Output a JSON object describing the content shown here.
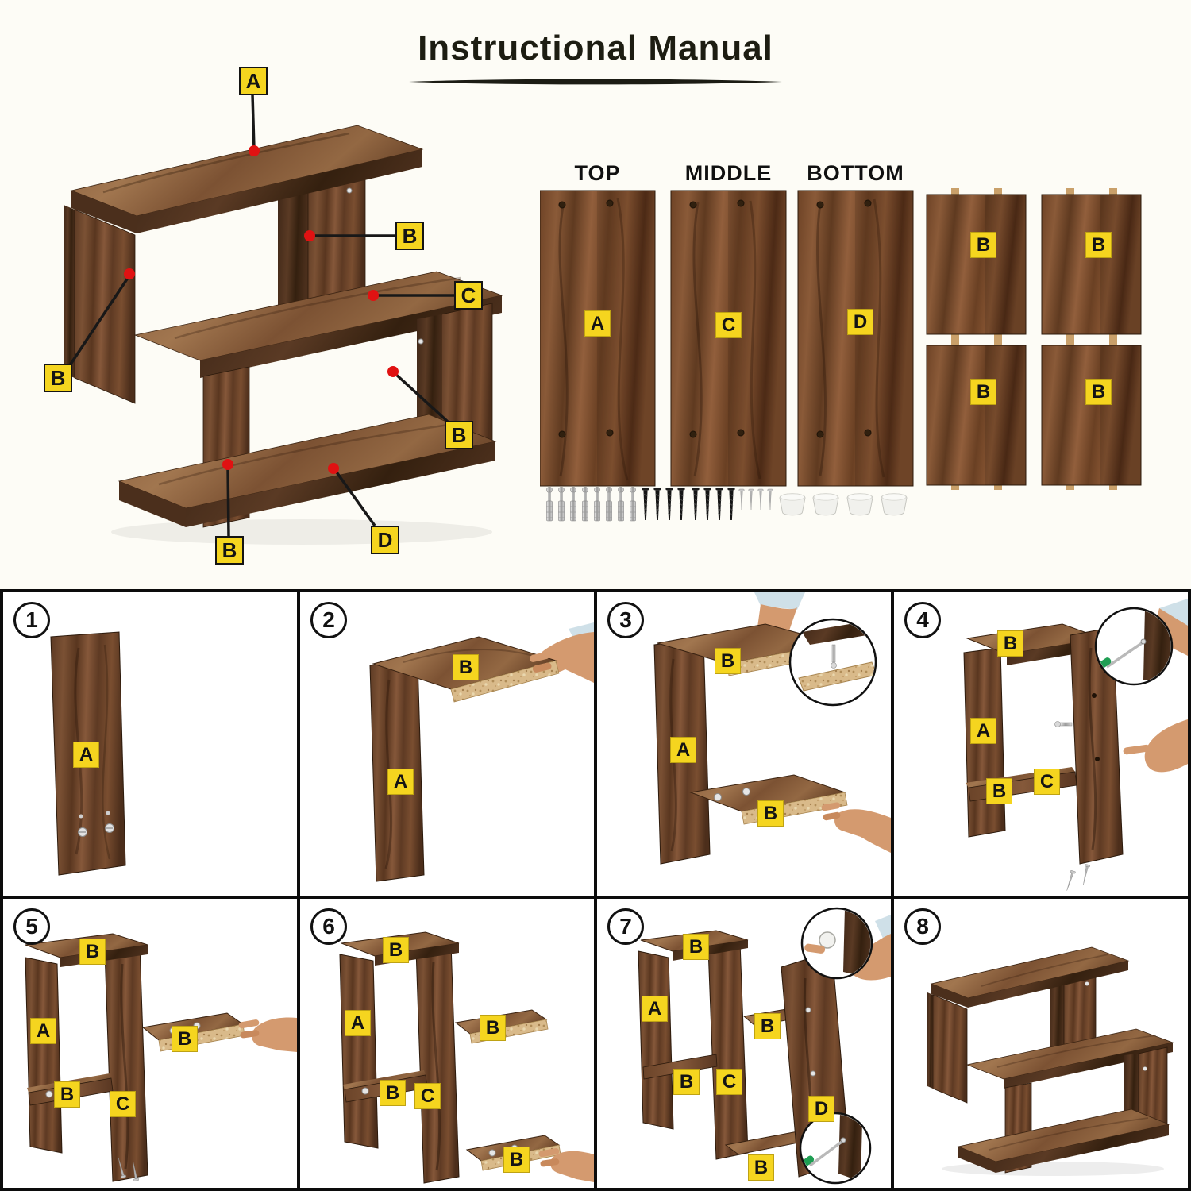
{
  "title": "Instructional Manual",
  "colors": {
    "accent_yellow": "#f5d51f",
    "callout_red": "#e01212",
    "line_black": "#151515",
    "wood_brown": "#7a4e30"
  },
  "diagram": {
    "callouts": [
      "A",
      "B",
      "C",
      "B",
      "B",
      "B",
      "D"
    ]
  },
  "parts_overview": {
    "headers": [
      "TOP",
      "MIDDLE",
      "BOTTOM"
    ],
    "panel_labels": [
      "A",
      "C",
      "D"
    ],
    "b_labels": [
      "B",
      "B",
      "B",
      "B"
    ],
    "hardware": {
      "cam_bolts": 8,
      "screws": 8,
      "small_screws": 4,
      "caps": 4
    }
  },
  "steps": [
    {
      "number": "1",
      "labels": [
        "A"
      ]
    },
    {
      "number": "2",
      "labels": [
        "B",
        "A"
      ]
    },
    {
      "number": "3",
      "labels": [
        "B",
        "A",
        "B"
      ]
    },
    {
      "number": "4",
      "labels": [
        "B",
        "A",
        "B",
        "C"
      ]
    },
    {
      "number": "5",
      "labels": [
        "B",
        "A",
        "B",
        "C",
        "B"
      ]
    },
    {
      "number": "6",
      "labels": [
        "B",
        "A",
        "B",
        "B",
        "C",
        "B"
      ]
    },
    {
      "number": "7",
      "labels": [
        "B",
        "A",
        "B",
        "B",
        "C",
        "D",
        "B"
      ]
    },
    {
      "number": "8",
      "labels": []
    }
  ]
}
